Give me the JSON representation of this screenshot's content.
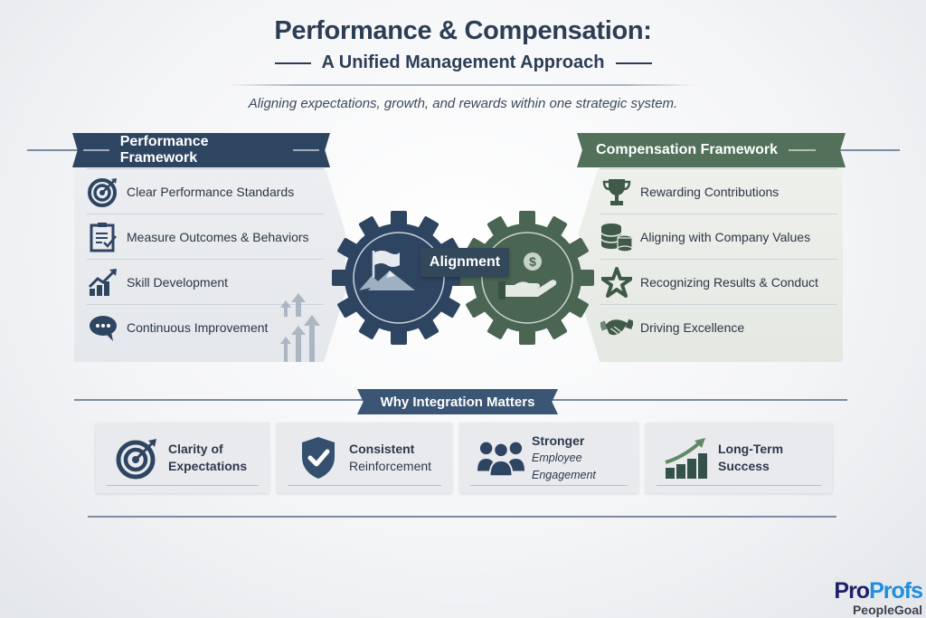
{
  "header": {
    "title": "Performance & Compensation:",
    "subtitle": "A Unified Management Approach",
    "tagline": "Aligning expectations, growth, and rewards within one strategic system."
  },
  "performance_framework": {
    "title": "Performance Framework",
    "color": "#2e4562",
    "items": [
      {
        "icon": "target-icon",
        "label": "Clear Performance Standards"
      },
      {
        "icon": "clipboard-checklist-icon",
        "label": "Measure Outcomes & Behaviors"
      },
      {
        "icon": "growth-chart-icon",
        "label": "Skill Development"
      },
      {
        "icon": "speech-bubble-icon",
        "label": "Continuous Improvement"
      }
    ]
  },
  "compensation_framework": {
    "title": "Compensation Framework",
    "color": "#52705a",
    "items": [
      {
        "icon": "trophy-icon",
        "label": "Rewarding Contributions"
      },
      {
        "icon": "coins-icon",
        "label": "Aligning with Company Values"
      },
      {
        "icon": "star-icon",
        "label": "Recognizing Results & Conduct"
      },
      {
        "icon": "handshake-icon",
        "label": "Driving Excellence"
      }
    ]
  },
  "center": {
    "label": "Alignment",
    "left_gear_icon": "flag-mountain-icon",
    "right_gear_icon": "hand-dollar-icon",
    "left_gear_color": "#2e4562",
    "right_gear_color": "#4a6552"
  },
  "why_integration": {
    "title": "Why Integration Matters",
    "cards": [
      {
        "icon": "target-icon",
        "line1": "Clarity of",
        "line2": "Expectations"
      },
      {
        "icon": "shield-check-icon",
        "line1": "Consistent",
        "line2": "Reinforcement"
      },
      {
        "icon": "people-group-icon",
        "line1": "Stronger",
        "line2": "Employee Engagement"
      },
      {
        "icon": "growth-bars-icon",
        "line1": "Long-Term",
        "line2": "Success"
      }
    ]
  },
  "logo": {
    "brand_part1": "Pro",
    "brand_part2": "Profs",
    "product": "PeopleGoal"
  }
}
